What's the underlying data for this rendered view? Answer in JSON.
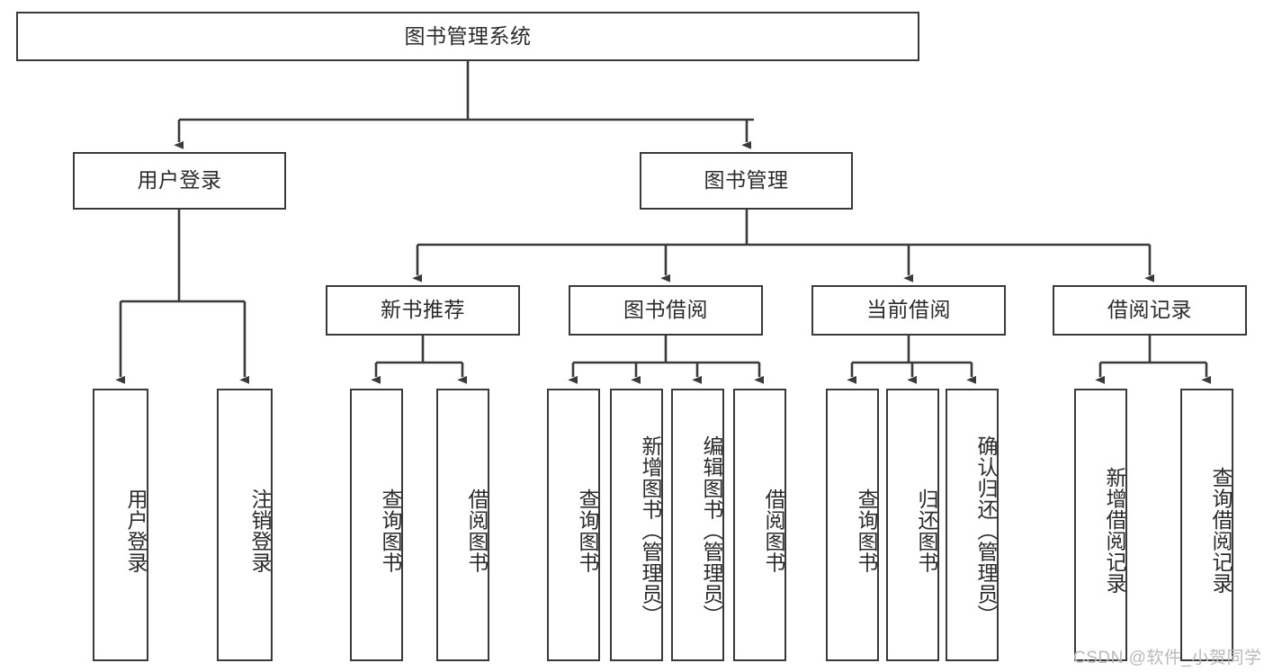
{
  "diagram": {
    "title": "图书管理系统",
    "type": "hierarchy-tree",
    "orientation": "top-down",
    "levels": 4
  },
  "root": {
    "label": "图书管理系统"
  },
  "level2": [
    {
      "label": "用户登录"
    },
    {
      "label": "图书管理"
    }
  ],
  "level3": [
    {
      "label": "新书推荐"
    },
    {
      "label": "图书借阅"
    },
    {
      "label": "当前借阅"
    },
    {
      "label": "借阅记录"
    }
  ],
  "leaves": {
    "user_login": [
      {
        "label": "用户登录"
      },
      {
        "label": "注销登录"
      }
    ],
    "new_book": [
      {
        "label": "查询图书"
      },
      {
        "label": "借阅图书"
      }
    ],
    "book_borrow": [
      {
        "label": "查询图书"
      },
      {
        "label": "新增图书（管理员）"
      },
      {
        "label": "编辑图书（管理员）"
      },
      {
        "label": "借阅图书"
      }
    ],
    "current_borrow": [
      {
        "label": "查询图书"
      },
      {
        "label": "归还图书"
      },
      {
        "label": "确认归还（管理员）"
      }
    ],
    "borrow_record": [
      {
        "label": "新增借阅记录"
      },
      {
        "label": "查询借阅记录"
      }
    ]
  },
  "watermark": {
    "text": "CSDN @软件_小贺同学"
  },
  "colors": {
    "stroke": "#3a3a3a",
    "text": "#2b2b2b",
    "background": "#ffffff",
    "watermark": "#b9b9b9"
  }
}
